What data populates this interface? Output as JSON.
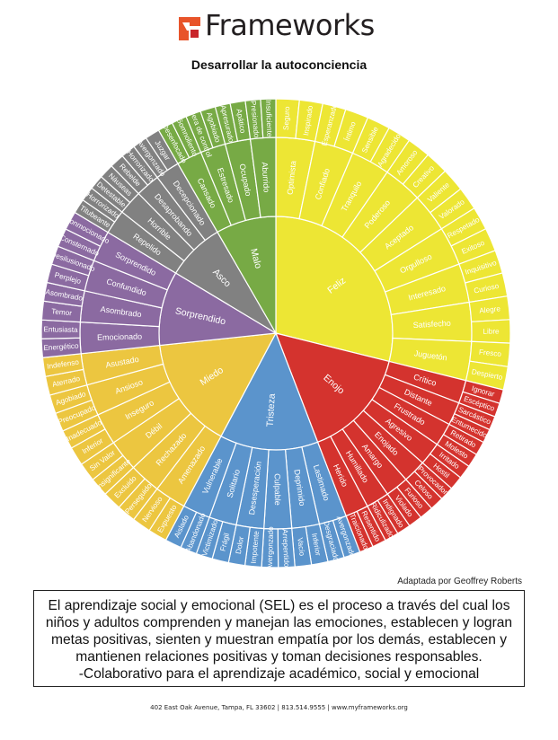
{
  "brand": {
    "name": "Frameworks",
    "colors": {
      "orange": "#e8542a",
      "red": "#c8262b",
      "dark": "#231f20"
    }
  },
  "title": "Desarrollar la autoconciencia",
  "wheel": {
    "core": [
      {
        "id": "feliz",
        "label": "Feliz",
        "color": "#ede634",
        "start": 0,
        "end": 104
      },
      {
        "id": "enojo",
        "label": "Enojo",
        "color": "#d4332e",
        "start": 104,
        "end": 159
      },
      {
        "id": "tristeza",
        "label": "Tristeza",
        "color": "#5b94cc",
        "start": 159,
        "end": 208
      },
      {
        "id": "miedo",
        "label": "Miedo",
        "color": "#ecc640",
        "start": 208,
        "end": 264
      },
      {
        "id": "sorprendido",
        "label": "Sorprendido",
        "color": "#8b6aa1",
        "start": 264,
        "end": 301
      },
      {
        "id": "asco",
        "label": "Asco",
        "color": "#818181",
        "start": 301,
        "end": 330
      },
      {
        "id": "malo",
        "label": "Malo",
        "color": "#77aa45",
        "start": 330,
        "end": 360
      }
    ],
    "middle": [
      {
        "group": "feliz",
        "labels": [
          "Optimista",
          "Confiado",
          "Tranquilo",
          "Poderoso",
          "Aceptado",
          "Orgulloso",
          "Interesado",
          "Satisfecho",
          "Juguetón"
        ]
      },
      {
        "group": "enojo",
        "labels": [
          "Crítico",
          "Distante",
          "Frustrado",
          "Agresivo",
          "Enojado",
          "Amargo",
          "Humillado",
          "Herido"
        ]
      },
      {
        "group": "tristeza",
        "labels": [
          "Lastimado",
          "Deprimido",
          "Culpable",
          "Desesperación",
          "Solitario",
          "Vulnerable"
        ]
      },
      {
        "group": "miedo",
        "labels": [
          "Amenazado",
          "Rechazado",
          "Débil",
          "Inseguro",
          "Ansioso",
          "Asustado"
        ]
      },
      {
        "group": "sorprendido",
        "labels": [
          "Emocionado",
          "Asombrado",
          "Confundido",
          "Sorprendido"
        ]
      },
      {
        "group": "asco",
        "labels": [
          "Repelido",
          "Horrible",
          "Desaprobando",
          "Decepcionado"
        ]
      },
      {
        "group": "malo",
        "labels": [
          "Cansado",
          "Estresado",
          "Ocupado",
          "Aburrido"
        ]
      }
    ],
    "outer": [
      {
        "group": "feliz",
        "labels": [
          "Seguro",
          "Inspirado",
          "Esperanzado",
          "Íntimo",
          "Sensible",
          "Agradecido",
          "Amoroso",
          "Creativo",
          "Valiente",
          "Valorado",
          "Respetado",
          "Exitoso",
          "Inquisitivo",
          "Curioso",
          "Alegre",
          "Libre",
          "Fresco",
          "Despierto"
        ]
      },
      {
        "group": "enojo",
        "labels": [
          "Ignorar",
          "Escéptico",
          "Sarcástico",
          "Entumecido",
          "Retirado",
          "Molesto",
          "Irritado",
          "Hostil",
          "Provocador",
          "Celoso",
          "Furioso",
          "Violado",
          "Indignado",
          "Ridiculizado",
          "Resentido",
          "Traicionado"
        ]
      },
      {
        "group": "tristeza",
        "labels": [
          "Avergonzado",
          "Desgraciado",
          "Inferior",
          "Vacío",
          "Arrepentido",
          "Avergonzado",
          "Impotente",
          "Dolor",
          "Frágil",
          "Victimizado",
          "Abandonado",
          "Aislado"
        ]
      },
      {
        "group": "miedo",
        "labels": [
          "Expuesto",
          "Nervioso",
          "Perseguido",
          "Excluido",
          "Insignificante",
          "Sin Valor",
          "Inferior",
          "Inadecuado",
          "Preocupado",
          "Agobiado",
          "Aterrado",
          "Indefenso"
        ]
      },
      {
        "group": "sorprendido",
        "labels": [
          "Energético",
          "Entusiasta",
          "Temor",
          "Asombrado",
          "Perplejo",
          "Desilusionado",
          "Consternado",
          "Conmocionado"
        ]
      },
      {
        "group": "asco",
        "labels": [
          "Titubeante",
          "Horrorizado",
          "Detestable",
          "Náuseas",
          "Rebelde",
          "Horrorizado",
          "Avergonzado",
          "Juzgar"
        ]
      },
      {
        "group": "malo",
        "labels": [
          "Desenfocado",
          "Somnoliento",
          "Fuera de control",
          "Agobiado",
          "Apresurado",
          "Apático",
          "Presionado",
          "Insuficiente"
        ]
      }
    ]
  },
  "attribution": "Adaptada por Geoffrey Roberts",
  "sel_paragraph": "El aprendizaje social y emocional (SEL) es el proceso a través del cual los niños y adultos comprenden y manejan las emociones, establecen y logran metas positivas, sienten y muestran empatía por los demás, establecen y mantienen relaciones positivas y toman decisiones responsables.",
  "sel_source": "-Colaborativo para el aprendizaje académico, social y emocional",
  "footer": "402 East Oak Avenue, Tampa, FL 33602 | 813.514.9555 | www.myframeworks.org"
}
